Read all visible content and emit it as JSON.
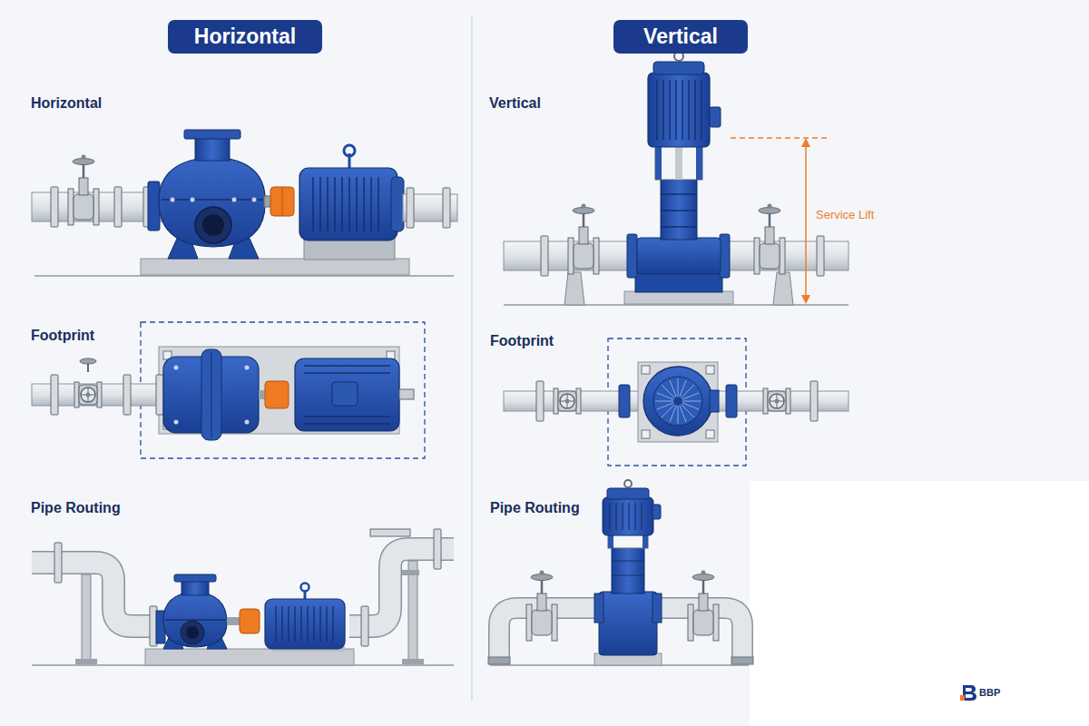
{
  "diagram": {
    "nodes": [
      {
        "text": [
          "Horizontal"
        ]
      },
      {
        "text": [
          "Vertical"
        ]
      }
    ],
    "labels": [
      "Horizontal",
      "Footprint",
      "Pipe Routing",
      "Vertical",
      "Service Lift",
      "Footprint",
      "Pipe Routing",
      "BBP"
    ]
  }
}
